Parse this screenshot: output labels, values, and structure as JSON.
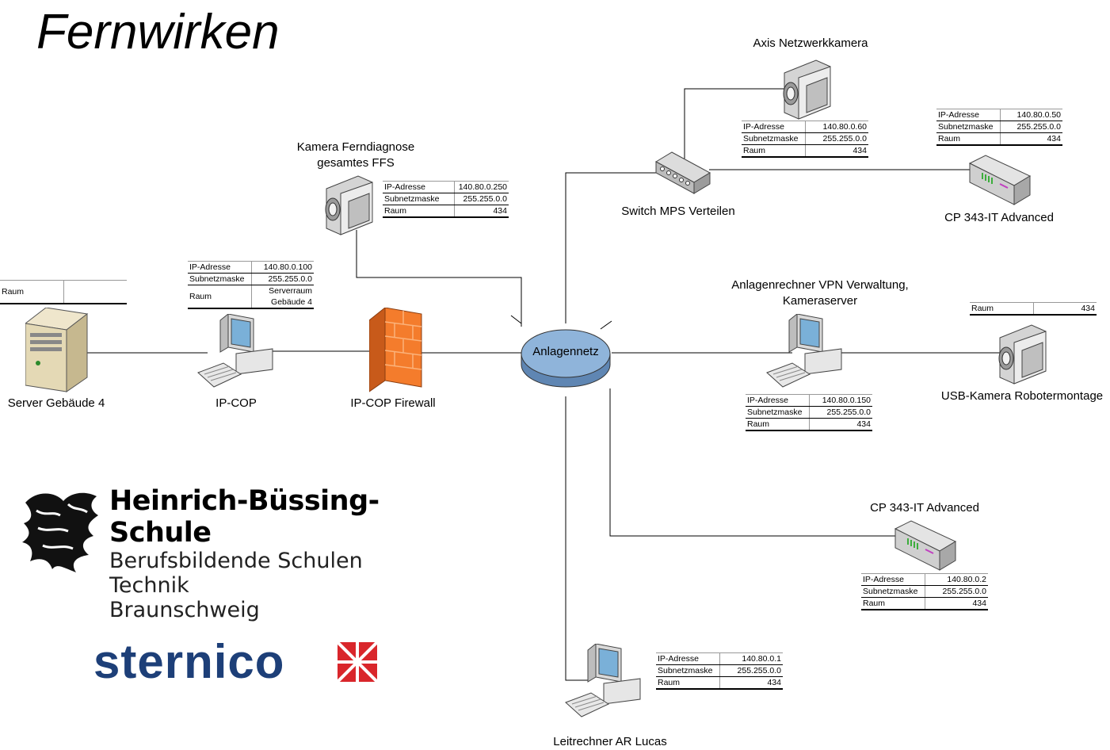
{
  "title": "Fernwirken",
  "hub_label": "Anlagennetz",
  "devices": {
    "server": {
      "label": "Server Gebäude 4",
      "table": [
        [
          "Raum",
          ""
        ]
      ]
    },
    "ipcop": {
      "label": "IP-COP",
      "table": [
        [
          "IP-Adresse",
          "140.80.0.100"
        ],
        [
          "Subnetzmaske",
          "255.255.0.0"
        ],
        [
          "Raum",
          "Serverraum Gebäude 4"
        ]
      ]
    },
    "firewall": {
      "label": "IP-COP Firewall"
    },
    "kamera_ffs": {
      "label_line1": "Kamera Ferndiagnose",
      "label_line2": "gesamtes FFS",
      "table": [
        [
          "IP-Adresse",
          "140.80.0.250"
        ],
        [
          "Subnetzmaske",
          "255.255.0.0"
        ],
        [
          "Raum",
          "434"
        ]
      ]
    },
    "switch": {
      "label": "Switch MPS Verteilen"
    },
    "axis": {
      "label": "Axis Netzwerkkamera",
      "table": [
        [
          "IP-Adresse",
          "140.80.0.60"
        ],
        [
          "Subnetzmaske",
          "255.255.0.0"
        ],
        [
          "Raum",
          "434"
        ]
      ]
    },
    "cp_top": {
      "label": "CP 343-IT Advanced",
      "table": [
        [
          "IP-Adresse",
          "140.80.0.50"
        ],
        [
          "Subnetzmaske",
          "255.255.0.0"
        ],
        [
          "Raum",
          "434"
        ]
      ]
    },
    "anlagenrechner": {
      "label_line1": "Anlagenrechner VPN Verwaltung,",
      "label_line2": "Kameraserver",
      "table": [
        [
          "IP-Adresse",
          "140.80.0.150"
        ],
        [
          "Subnetzmaske",
          "255.255.0.0"
        ],
        [
          "Raum",
          "434"
        ]
      ]
    },
    "usb_kamera": {
      "label": "USB-Kamera Robotermontage",
      "table": [
        [
          "Raum",
          "434"
        ]
      ]
    },
    "cp_bottom": {
      "label": "CP 343-IT Advanced",
      "table": [
        [
          "IP-Adresse",
          "140.80.0.2"
        ],
        [
          "Subnetzmaske",
          "255.255.0.0"
        ],
        [
          "Raum",
          "434"
        ]
      ]
    },
    "leitrechner": {
      "label": "Leitrechner AR Lucas",
      "table": [
        [
          "IP-Adresse",
          "140.80.0.1"
        ],
        [
          "Subnetzmaske",
          "255.255.0.0"
        ],
        [
          "Raum",
          "434"
        ]
      ]
    }
  },
  "logos": {
    "school_line1": "Heinrich-Büssing-Schule",
    "school_line2": "Berufsbildende Schulen Technik",
    "school_line3": "Braunschweig",
    "company": "sternico"
  },
  "colors": {
    "hub_fill": "#7fa6cf",
    "firewall": "#f07a2a",
    "sternico_blue": "#1d3f78",
    "sternico_red": "#d9262b"
  }
}
